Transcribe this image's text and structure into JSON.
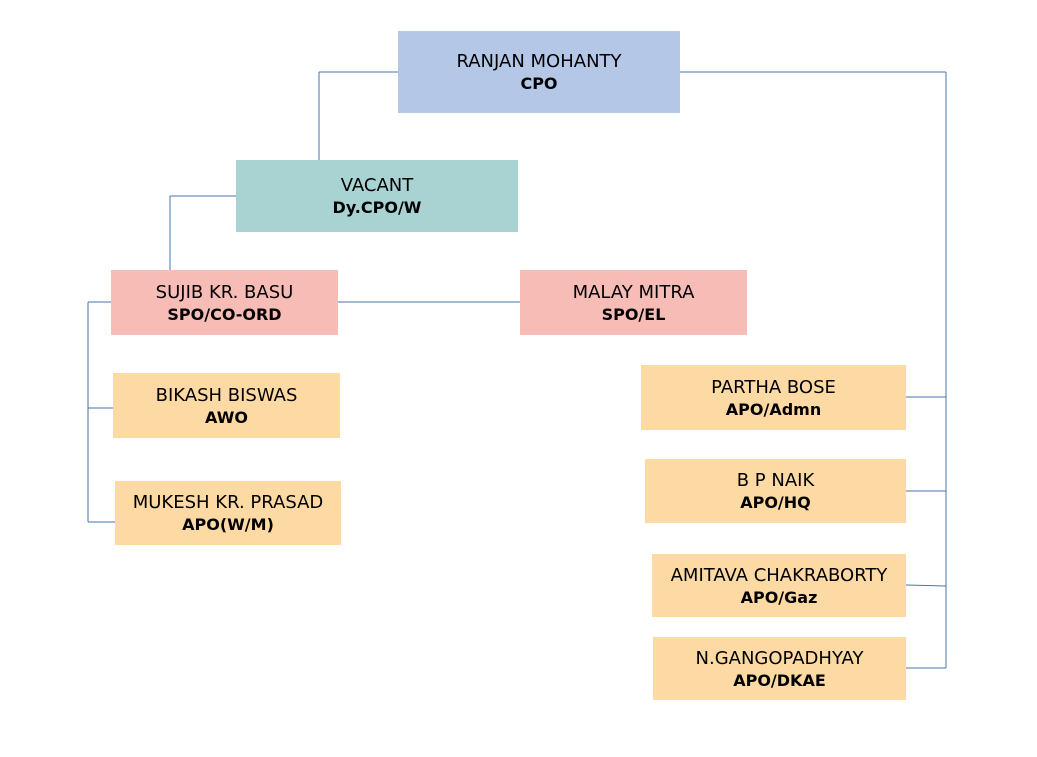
{
  "org_chart": {
    "nodes": [
      {
        "id": "cpo",
        "name": "RANJAN MOHANTY",
        "role": "CPO"
      },
      {
        "id": "dycpo",
        "name": "VACANT",
        "role": "Dy.CPO/W"
      },
      {
        "id": "coord",
        "name": "SUJIB KR. BASU",
        "role": "SPO/CO-ORD"
      },
      {
        "id": "el",
        "name": "MALAY MITRA",
        "role": "SPO/EL"
      },
      {
        "id": "awo",
        "name": "BIKASH BISWAS",
        "role": "AWO"
      },
      {
        "id": "wm",
        "name": "MUKESH KR. PRASAD",
        "role": "APO(W/M)"
      },
      {
        "id": "admn",
        "name": "PARTHA BOSE",
        "role": "APO/Admn"
      },
      {
        "id": "hq",
        "name": "B P NAIK",
        "role": "APO/HQ"
      },
      {
        "id": "gaz",
        "name": "AMITAVA CHAKRABORTY",
        "role": "APO/Gaz"
      },
      {
        "id": "dkae",
        "name": "N.GANGOPADHYAY",
        "role": "APO/DKAE"
      }
    ],
    "colors": {
      "top": "#b4c7e7",
      "deputy": "#a9d2d2",
      "senior": "#f8bcb7",
      "assistant": "#fdd9a3",
      "connector": "#4a73a8"
    }
  }
}
